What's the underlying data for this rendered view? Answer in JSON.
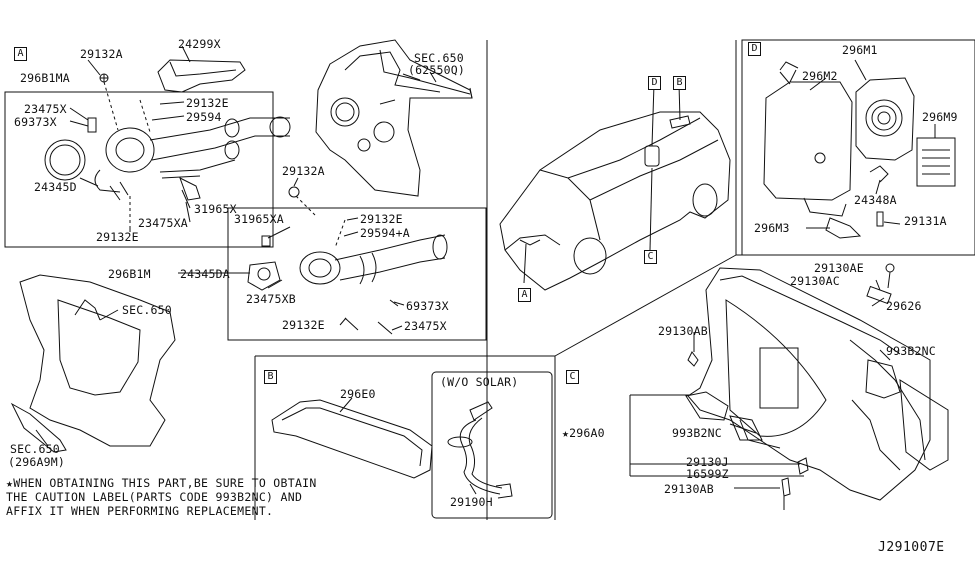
{
  "diagram": {
    "tags": {
      "A": "A",
      "B": "B",
      "C": "C",
      "D": "D"
    },
    "parts": {
      "p29132A_top": "29132A",
      "p24299X": "24299X",
      "sec650_top": "SEC.650",
      "sec650_top_code": "(62550Q)",
      "p296B1MA": "296B1MA",
      "p23475X_a": "23475X",
      "p69373X_a": "69373X",
      "p29132E_a": "29132E",
      "p29594": "29594",
      "p24345D": "24345D",
      "p31965X": "31965X",
      "p23475XA": "23475XA",
      "p29132E_b": "29132E",
      "p29132A_mid": "29132A",
      "p31965XA": "31965XA",
      "p29132E_c": "29132E",
      "p29594A": "29594+A",
      "p296B1M": "296B1M",
      "p24345DA": "24345DA",
      "p23475XB": "23475XB",
      "p69373X_b": "69373X",
      "p29132E_d": "29132E",
      "p23475X_b": "23475X",
      "sec650_left": "SEC.650",
      "sec650_bottom": "SEC.650",
      "sec650_bottom_code": "(296A9M)",
      "p296E0": "296E0",
      "wo_solar": "(W/O SOLAR)",
      "p29190H": "29190H",
      "p296M1": "296M1",
      "p296M2": "296M2",
      "p296M9": "296M9",
      "p24348A": "24348A",
      "p296M3": "296M3",
      "p29131A": "29131A",
      "p29130AE": "29130AE",
      "p29130AC": "29130AC",
      "p29626": "29626",
      "p29130AB_a": "29130AB",
      "p993B2NC_a": "993B2NC",
      "p296A0": "★296A0",
      "p993B2NC_b": "993B2NC",
      "p29130J": "29130J",
      "p16599Z": "16599Z",
      "p29130AB_b": "29130AB"
    },
    "note_lines": [
      "★WHEN OBTAINING THIS PART,BE SURE TO OBTAIN",
      "THE CAUTION LABEL(PARTS CODE 993B2NC) AND",
      "AFFIX IT WHEN PERFORMING REPLACEMENT."
    ],
    "drawing_code": "J291007E"
  }
}
